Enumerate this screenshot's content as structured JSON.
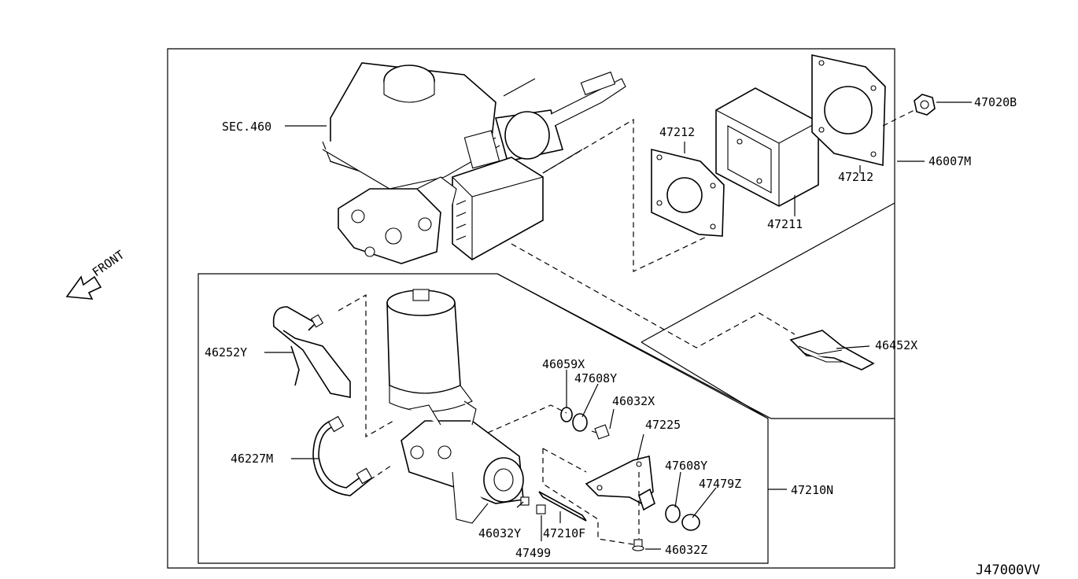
{
  "labels": {
    "sec460": "SEC.460",
    "p47212_top": "47212",
    "p47212_right": "47212",
    "p47211": "47211",
    "p47020b": "47020B",
    "p46007m": "46007M",
    "p46452x": "46452X",
    "p46252y": "46252Y",
    "p46227m": "46227M",
    "p46059x": "46059X",
    "p47608y_upper": "47608Y",
    "p46032x": "46032X",
    "p47225": "47225",
    "p47608y_lower": "47608Y",
    "p47479z": "47479Z",
    "p47210n": "47210N",
    "p46032y": "46032Y",
    "p47210f": "47210F",
    "p47499": "47499",
    "p46032z": "46032Z",
    "front": "FRONT",
    "diagram_code": "J47000VV"
  }
}
